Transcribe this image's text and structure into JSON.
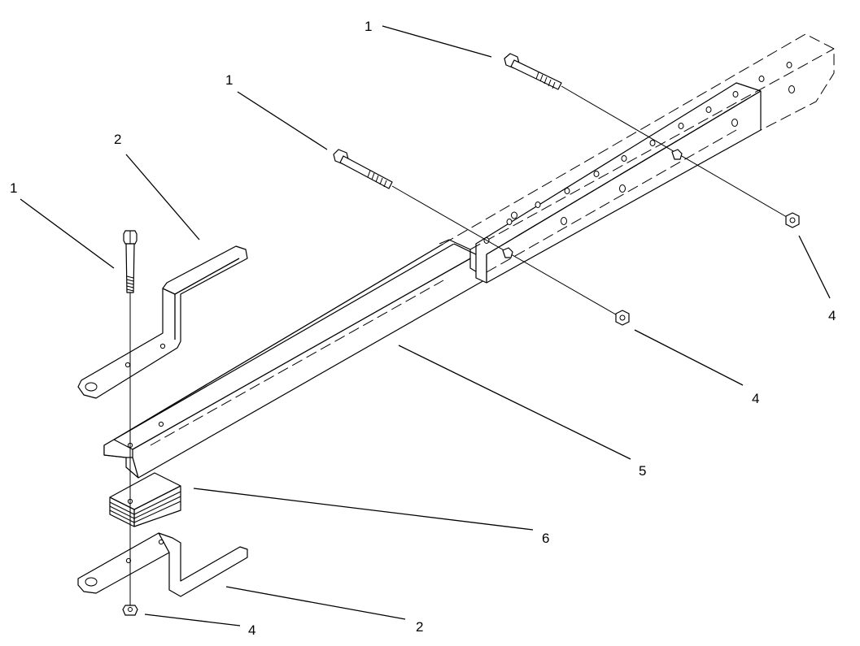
{
  "callouts": [
    {
      "id": "c1",
      "text": "1"
    },
    {
      "id": "c2",
      "text": "1"
    },
    {
      "id": "c3",
      "text": "2"
    },
    {
      "id": "c4",
      "text": "1"
    },
    {
      "id": "c5",
      "text": "4"
    },
    {
      "id": "c6",
      "text": "4"
    },
    {
      "id": "c7",
      "text": "5"
    },
    {
      "id": "c8",
      "text": "6"
    },
    {
      "id": "c9",
      "text": "4"
    },
    {
      "id": "c10",
      "text": "2"
    }
  ]
}
